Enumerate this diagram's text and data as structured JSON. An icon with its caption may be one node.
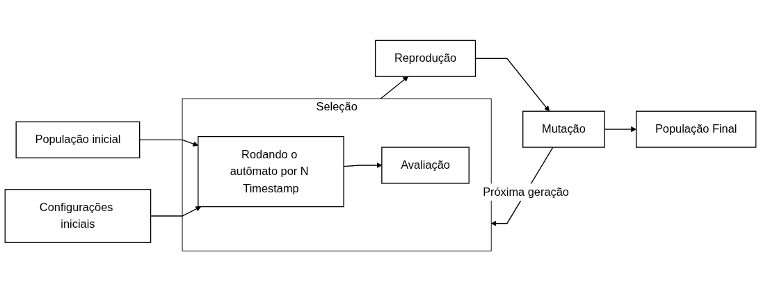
{
  "diagram": {
    "nodes": [
      {
        "text": [
          "População inicial"
        ]
      },
      {
        "text": [
          "Configurações iniciais"
        ]
      },
      {
        "text": [
          "Seleção"
        ]
      },
      {
        "text": [
          "Rodando o autômato por N Timestamp"
        ],
        "in": 2
      },
      {
        "text": [
          "Avaliação"
        ],
        "in": 2
      },
      {
        "text": [
          "Reprodução"
        ]
      },
      {
        "text": [
          "Mutação"
        ]
      },
      {
        "text": [
          "População Final"
        ]
      }
    ],
    "edges": [
      {
        "from": 0,
        "to": 3,
        "arrow": "to"
      },
      {
        "from": 1,
        "to": 3,
        "arrow": "to"
      },
      {
        "from": 3,
        "to": 4,
        "arrow": "to"
      },
      {
        "from": 2,
        "to": 5,
        "arrow": "to"
      },
      {
        "from": 5,
        "to": 6,
        "arrow": "to"
      },
      {
        "from": 6,
        "to": 2,
        "arrow": "to",
        "label": "Próxima geração"
      },
      {
        "from": 6,
        "to": 7,
        "arrow": "to"
      }
    ]
  }
}
